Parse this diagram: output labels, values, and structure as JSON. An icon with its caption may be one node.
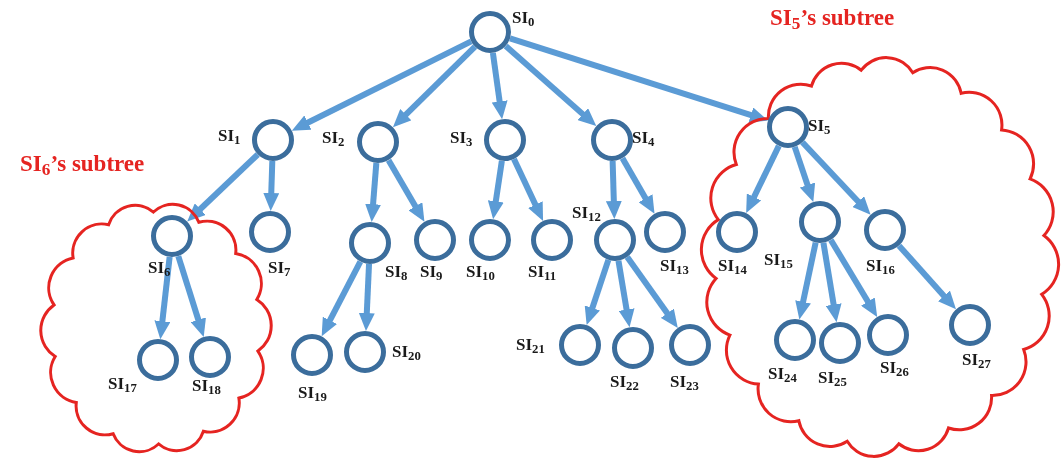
{
  "diagram": {
    "nodes": [
      {
        "text": [
          "SI$_{5}$’s subtree"
        ]
      },
      {
        "text": [
          "SI$_{6}$’s subtree"
        ]
      },
      {
        "text": [],
        "shape": "circle",
        "beside": [
          "SI$_{0}$"
        ]
      },
      {
        "text": [],
        "shape": "circle",
        "beside": [
          "SI$_{1}$"
        ]
      },
      {
        "text": [],
        "shape": "circle",
        "beside": [
          "SI$_{2}$"
        ]
      },
      {
        "text": [],
        "shape": "circle",
        "beside": [
          "SI$_{3}$"
        ]
      },
      {
        "text": [],
        "shape": "circle",
        "beside": [
          "SI$_{4}$"
        ]
      },
      {
        "text": [],
        "shape": "circle",
        "beside": [
          "SI$_{5}$"
        ],
        "in": 0
      },
      {
        "text": [],
        "shape": "circle",
        "beside": [
          "SI$_{6}$"
        ],
        "in": 1
      },
      {
        "text": [],
        "shape": "circle",
        "beside": [
          "SI$_{7}$"
        ]
      },
      {
        "text": [],
        "shape": "circle",
        "beside": [
          "SI$_{8}$"
        ]
      },
      {
        "text": [],
        "shape": "circle",
        "beside": [
          "SI$_{9}$"
        ]
      },
      {
        "text": [],
        "shape": "circle",
        "beside": [
          "SI$_{10}$"
        ]
      },
      {
        "text": [],
        "shape": "circle",
        "beside": [
          "SI$_{11}$"
        ]
      },
      {
        "text": [],
        "shape": "circle",
        "beside": [
          "SI$_{12}$"
        ]
      },
      {
        "text": [],
        "shape": "circle",
        "beside": [
          "SI$_{13}$"
        ]
      },
      {
        "text": [],
        "shape": "circle",
        "beside": [
          "SI$_{14}$"
        ],
        "in": 0
      },
      {
        "text": [],
        "shape": "circle",
        "beside": [
          "SI$_{15}$"
        ],
        "in": 0
      },
      {
        "text": [],
        "shape": "circle",
        "beside": [
          "SI$_{16}$"
        ],
        "in": 0
      },
      {
        "text": [],
        "shape": "circle",
        "beside": [
          "SI$_{17}$"
        ],
        "in": 1
      },
      {
        "text": [],
        "shape": "circle",
        "beside": [
          "SI$_{18}$"
        ],
        "in": 1
      },
      {
        "text": [],
        "shape": "circle",
        "beside": [
          "SI$_{19}$"
        ]
      },
      {
        "text": [],
        "shape": "circle",
        "beside": [
          "SI$_{20}$"
        ]
      },
      {
        "text": [],
        "shape": "circle",
        "beside": [
          "SI$_{21}$"
        ]
      },
      {
        "text": [],
        "shape": "circle",
        "beside": [
          "SI$_{22}$"
        ]
      },
      {
        "text": [],
        "shape": "circle",
        "beside": [
          "SI$_{23}$"
        ]
      },
      {
        "text": [],
        "shape": "circle",
        "beside": [
          "SI$_{24}$"
        ],
        "in": 0
      },
      {
        "text": [],
        "shape": "circle",
        "beside": [
          "SI$_{25}$"
        ],
        "in": 0
      },
      {
        "text": [],
        "shape": "circle",
        "beside": [
          "SI$_{26}$"
        ],
        "in": 0
      },
      {
        "text": [],
        "shape": "circle",
        "beside": [
          "SI$_{27}$"
        ],
        "in": 0
      }
    ],
    "edges": [
      {
        "from": 2,
        "to": 3,
        "arrow": "to"
      },
      {
        "from": 2,
        "to": 4,
        "arrow": "to"
      },
      {
        "from": 2,
        "to": 5,
        "arrow": "to"
      },
      {
        "from": 2,
        "to": 6,
        "arrow": "to"
      },
      {
        "from": 2,
        "to": 7,
        "arrow": "to"
      },
      {
        "from": 3,
        "to": 8,
        "arrow": "to"
      },
      {
        "from": 3,
        "to": 9,
        "arrow": "to"
      },
      {
        "from": 4,
        "to": 10,
        "arrow": "to"
      },
      {
        "from": 4,
        "to": 11,
        "arrow": "to"
      },
      {
        "from": 5,
        "to": 12,
        "arrow": "to"
      },
      {
        "from": 5,
        "to": 13,
        "arrow": "to"
      },
      {
        "from": 6,
        "to": 14,
        "arrow": "to"
      },
      {
        "from": 6,
        "to": 15,
        "arrow": "to"
      },
      {
        "from": 7,
        "to": 16,
        "arrow": "to"
      },
      {
        "from": 7,
        "to": 17,
        "arrow": "to"
      },
      {
        "from": 7,
        "to": 18,
        "arrow": "to"
      },
      {
        "from": 8,
        "to": 19,
        "arrow": "to"
      },
      {
        "from": 8,
        "to": 20,
        "arrow": "to"
      },
      {
        "from": 10,
        "to": 21,
        "arrow": "to"
      },
      {
        "from": 10,
        "to": 22,
        "arrow": "to"
      },
      {
        "from": 14,
        "to": 23,
        "arrow": "to"
      },
      {
        "from": 14,
        "to": 24,
        "arrow": "to"
      },
      {
        "from": 14,
        "to": 25,
        "arrow": "to"
      },
      {
        "from": 17,
        "to": 26,
        "arrow": "to"
      },
      {
        "from": 17,
        "to": 27,
        "arrow": "to"
      },
      {
        "from": 17,
        "to": 28,
        "arrow": "to"
      },
      {
        "from": 18,
        "to": 29,
        "arrow": "to"
      }
    ]
  }
}
